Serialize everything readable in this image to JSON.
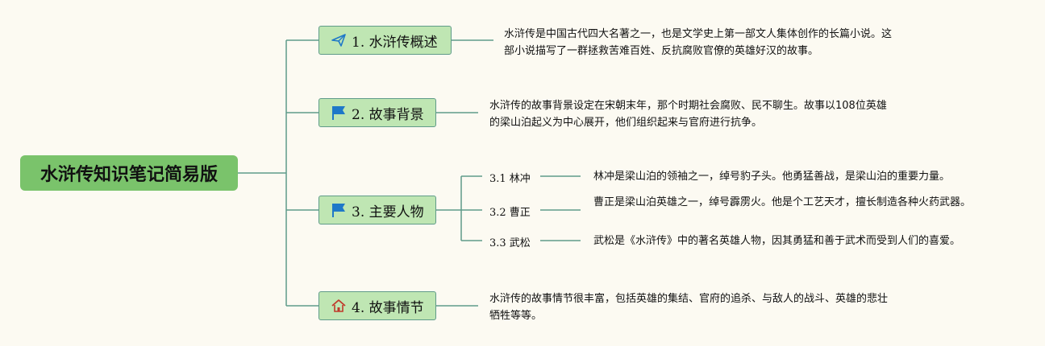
{
  "root": {
    "title": "水浒传知识笔记简易版"
  },
  "colors": {
    "root_bg": "#7ac36b",
    "topic_bg": "#bfe6b3",
    "line": "#5f9b89",
    "icon_blue": "#1e78c8",
    "icon_red": "#c0392b"
  },
  "topics": [
    {
      "label": "1. 水浒传概述",
      "icon": "paper-plane-icon",
      "description": "水浒传是中国古代四大名著之一，也是文学史上第一部文人集体创作的长篇小说。这部小说描写了一群拯救苦难百姓、反抗腐败官僚的英雄好汉的故事。"
    },
    {
      "label": "2. 故事背景",
      "icon": "flag-icon",
      "description": "水浒传的故事背景设定在宋朝末年，那个时期社会腐败、民不聊生。故事以108位英雄的梁山泊起义为中心展开，他们组织起来与官府进行抗争。"
    },
    {
      "label": "3. 主要人物",
      "icon": "flag-icon",
      "subtopics": [
        {
          "label": "3.1 林冲",
          "description": "林冲是梁山泊的领袖之一，绰号豹子头。他勇猛善战，是梁山泊的重要力量。"
        },
        {
          "label": "3.2 曹正",
          "description": "曹正是梁山泊英雄之一，绰号霹雳火。他是个工艺天才，擅长制造各种火药武器。"
        },
        {
          "label": "3.3 武松",
          "description": "武松是《水浒传》中的著名英雄人物，因其勇猛和善于武术而受到人们的喜爱。"
        }
      ]
    },
    {
      "label": "4. 故事情节",
      "icon": "house-icon",
      "description": "水浒传的故事情节很丰富，包括英雄的集结、官府的追杀、与敌人的战斗、英雄的悲壮牺牲等等。"
    }
  ]
}
